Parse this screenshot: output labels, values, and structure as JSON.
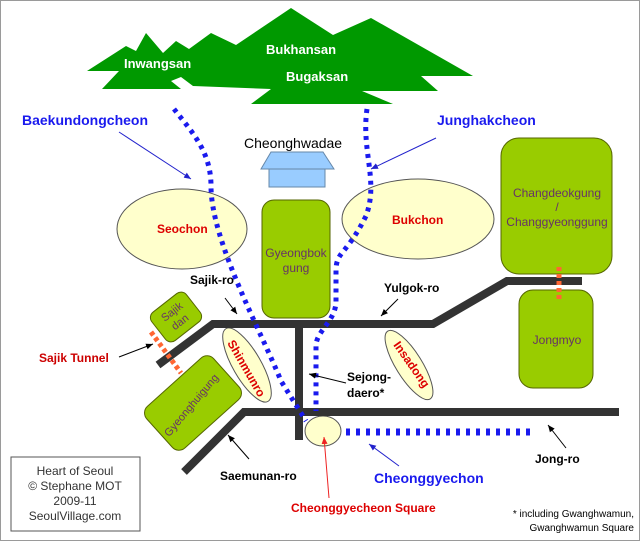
{
  "title": "Heart of Seoul",
  "credit": {
    "line1": "Heart of Seoul",
    "line2": "© Stephane MOT",
    "line3": "2009-11",
    "line4": "SeoulVillage.com"
  },
  "mountains": {
    "inwangsan": "Inwangsan",
    "bukhansan": "Bukhansan",
    "bugaksan": "Bugaksan",
    "color": "#009900"
  },
  "streams": {
    "baekundongcheon": "Baekundongcheon",
    "junghakcheon": "Junghakcheon",
    "cheonggyechon": "Cheonggyechon",
    "color": "#1a1aee"
  },
  "landmarks": {
    "cheongwadae": "Cheonghwadae",
    "gyeongbokgung_1": "Gyeongbok",
    "gyeongbokgung_2": "gung",
    "changdeokgung_1": "Changdeokgung",
    "changdeokgung_2": "/",
    "changdeokgung_3": "Changgyeonggung",
    "jongmyo": "Jongmyo",
    "sajikdan_1": "Sajik",
    "sajikdan_2": "dan",
    "gyeonghuigung": "Gyeonghuigung",
    "palace_color": "#99cc00"
  },
  "neighborhoods": {
    "seochon": "Seochon",
    "bukchon": "Bukchon",
    "shinmunro": "Shinmunro",
    "insadong": "Insadong",
    "cheonggyecheon_square": "Cheonggyecheon Square",
    "fill_color": "#ffffcc",
    "text_color": "#dd0000"
  },
  "roads": {
    "sajik_ro": "Sajik-ro",
    "yulgok_ro": "Yulgok-ro",
    "sejong_daero_1": "Sejong-",
    "sejong_daero_2": "daero*",
    "saemunan_ro": "Saemunan-ro",
    "jong_ro": "Jong-ro",
    "sajik_tunnel": "Sajik Tunnel",
    "color": "#333333"
  },
  "footnote": {
    "line1": "* including Gwanghwamun,",
    "line2": "Gwanghwamun Square"
  }
}
